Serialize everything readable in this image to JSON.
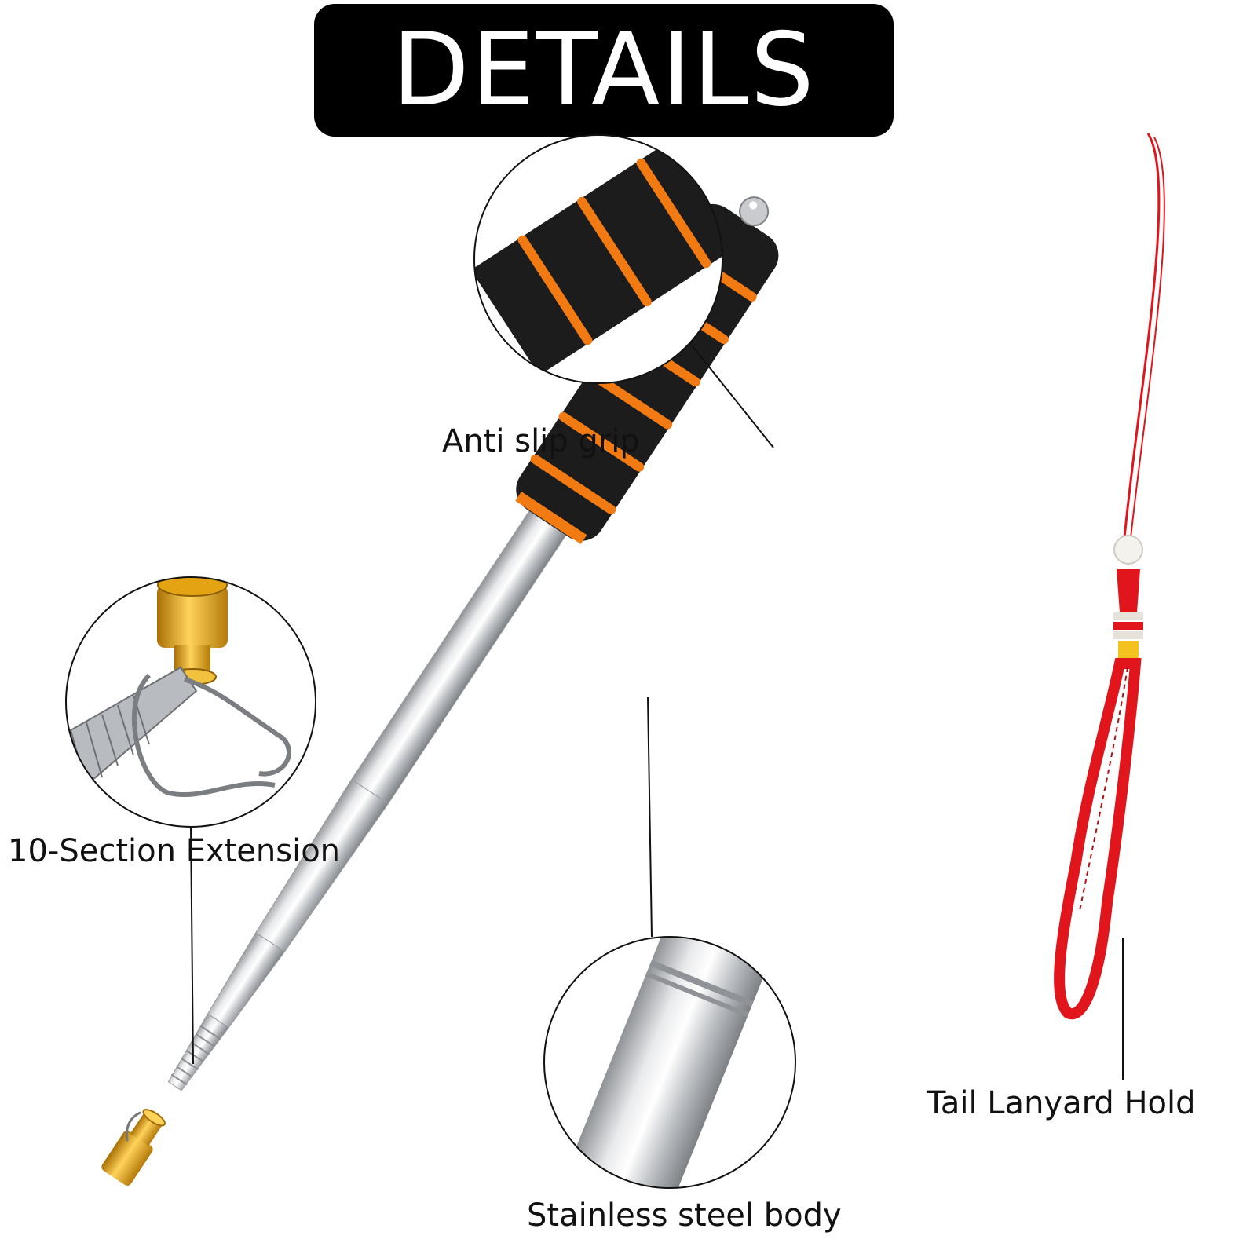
{
  "title": "DETAILS",
  "labels": {
    "grip": "Anti slip grip",
    "extension": "10-Section Extension",
    "body": "Stainless steel body",
    "lanyard": "Tail Lanyard Hold"
  },
  "colors": {
    "foam": "#1c1c1c",
    "accent_orange": "#f27a12",
    "steel": "#c9cbcf",
    "gold_tip": "#e3a312",
    "lanyard_red": "#e0161c"
  }
}
